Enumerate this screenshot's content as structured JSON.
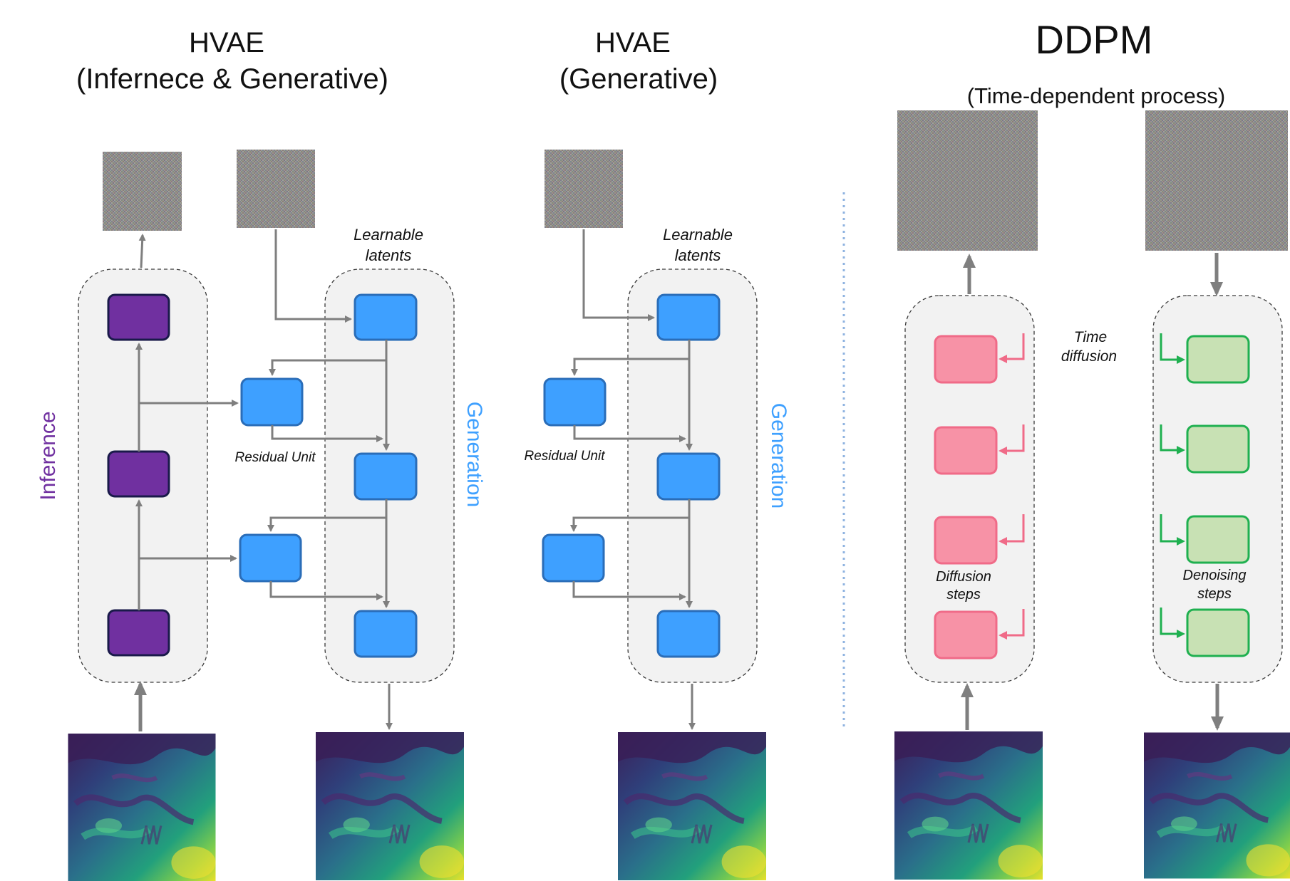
{
  "titles": {
    "hvae_full": [
      "HVAE",
      "(Infernece & Generative)"
    ],
    "hvae_gen": [
      "HVAE",
      "(Generative)"
    ],
    "ddpm": "DDPM",
    "ddpm_sub": "(Time-dependent  process)"
  },
  "labels": {
    "inference": "Inference",
    "generation": "Generation",
    "learnable_latents": [
      "Learnable",
      "latents"
    ],
    "residual_unit": "Residual Unit",
    "time_diffusion": [
      "Time",
      "diffusion"
    ],
    "diffusion_steps": [
      "Diffusion",
      "steps"
    ],
    "denoising_steps": [
      "Denoising",
      "steps"
    ]
  },
  "colors": {
    "inference": "#7030a0",
    "generation": "#3ea0ff",
    "diffusion": "#f792a6",
    "denoising": "#c8e1b4",
    "denoising_border": "#1fb050",
    "arrow": "#7f7f7f",
    "divider": "#8fb3e0"
  }
}
